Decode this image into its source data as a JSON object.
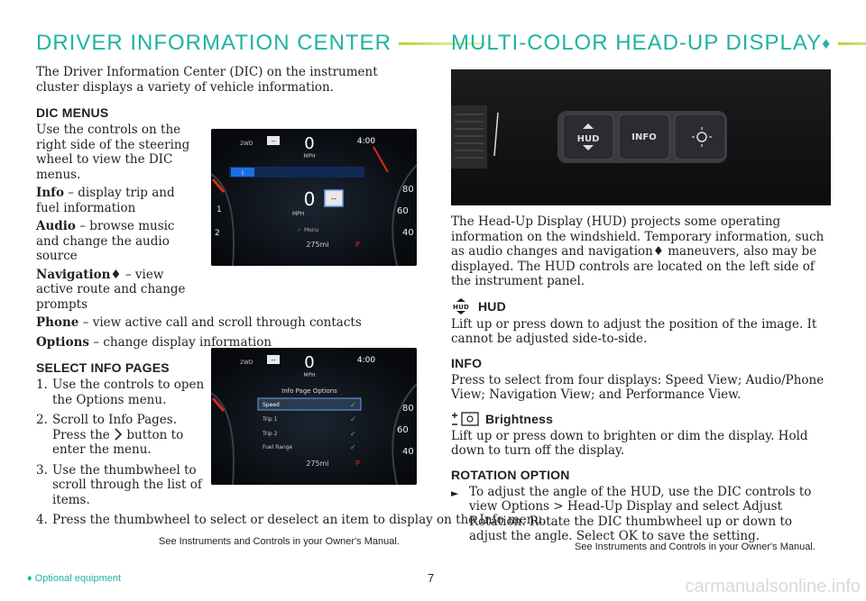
{
  "headers": {
    "left_title": "DRIVER INFORMATION CENTER",
    "right_title": "MULTI-COLOR HEAD-UP DISPLAY",
    "diamond": "♦"
  },
  "left": {
    "intro": "The Driver Information Center (DIC) on the instrument cluster displays a variety of vehicle information.",
    "dic_menus_heading": "DIC MENUS",
    "dic_menus_intro": "Use the controls on the right side of the steering wheel to view the DIC menus.",
    "menus": [
      {
        "term": "Info",
        "desc": " – display trip and fuel information"
      },
      {
        "term": "Audio",
        "desc": " – browse music and change the audio source"
      },
      {
        "term": "Navigation♦",
        "desc": " – view active route and change prompts"
      },
      {
        "term": "Phone",
        "desc": " – view active call and scroll through contacts"
      },
      {
        "term": "Options",
        "desc": " – change display information"
      }
    ],
    "select_heading": "SELECT INFO PAGES",
    "steps": [
      {
        "num": "1.",
        "text": "Use the controls to open the Options menu."
      },
      {
        "num": "2.",
        "text_a": "Scroll to Info Pages. Press the ",
        "text_b": " button to enter the menu."
      },
      {
        "num": "3.",
        "text": "Use the thumbwheel to scroll through the list of items."
      },
      {
        "num": "4.",
        "text": "Press the thumbwheel to select or deselect an item to display on the Info menu."
      }
    ],
    "see_note": "See Instruments and Controls in your Owner's Manual."
  },
  "cluster1": {
    "drive": "2WD",
    "speed_top": "0",
    "mph_top": "MPH",
    "time": "4:00",
    "speed_mid": "0",
    "mph_mid": "MPH",
    "menu": "Menu",
    "range": "275mi",
    "gear": "P",
    "marks": [
      "80",
      "60",
      "40"
    ],
    "left_marks": [
      "1",
      "2"
    ]
  },
  "cluster2": {
    "drive": "2WD",
    "speed_top": "0",
    "mph_top": "MPH",
    "time": "4:00",
    "title": "Info Page Options",
    "items": [
      "Speed",
      "Trip 1",
      "Trip 2",
      "Fuel Range"
    ],
    "range": "275mi",
    "gear": "P",
    "marks": [
      "80",
      "60",
      "40"
    ]
  },
  "hud_buttons": {
    "hud": "HUD",
    "info": "INFO"
  },
  "right": {
    "intro_a": "The Head-Up Display (HUD) projects some operating information on the windshield. Temporary information, such as audio changes and navigation",
    "intro_b": " maneuvers, also may be displayed. The HUD controls are located on the left side of the instrument panel.",
    "hud_heading": "HUD",
    "hud_text": "Lift up or press down to adjust the position of the image. It cannot be adjusted side-to-side.",
    "info_heading": "INFO",
    "info_text": "Press to select from four displays: Speed View; Audio/Phone View; Navigation View; and Performance View.",
    "brightness_heading": "Brightness",
    "brightness_text": "Lift up or press down to brighten or dim the display. Hold down to turn off the display.",
    "rotation_heading": "ROTATION OPTION",
    "rotation_text": "To adjust the angle of the HUD, use the DIC controls to view Options > Head-Up Display and select Adjust Rotation. Rotate the DIC thumbwheel up or down to adjust the angle. Select OK to save the setting.",
    "see_note": "See Instruments and Controls in your Owner's Manual."
  },
  "footer": {
    "optional": "♦ Optional equipment",
    "page": "7",
    "watermark": "carmanualsonline.info"
  },
  "colors": {
    "accent": "#1fb3a3",
    "lime": "#b5d334",
    "text": "#231f20",
    "red_needle": "#d52b1e"
  }
}
